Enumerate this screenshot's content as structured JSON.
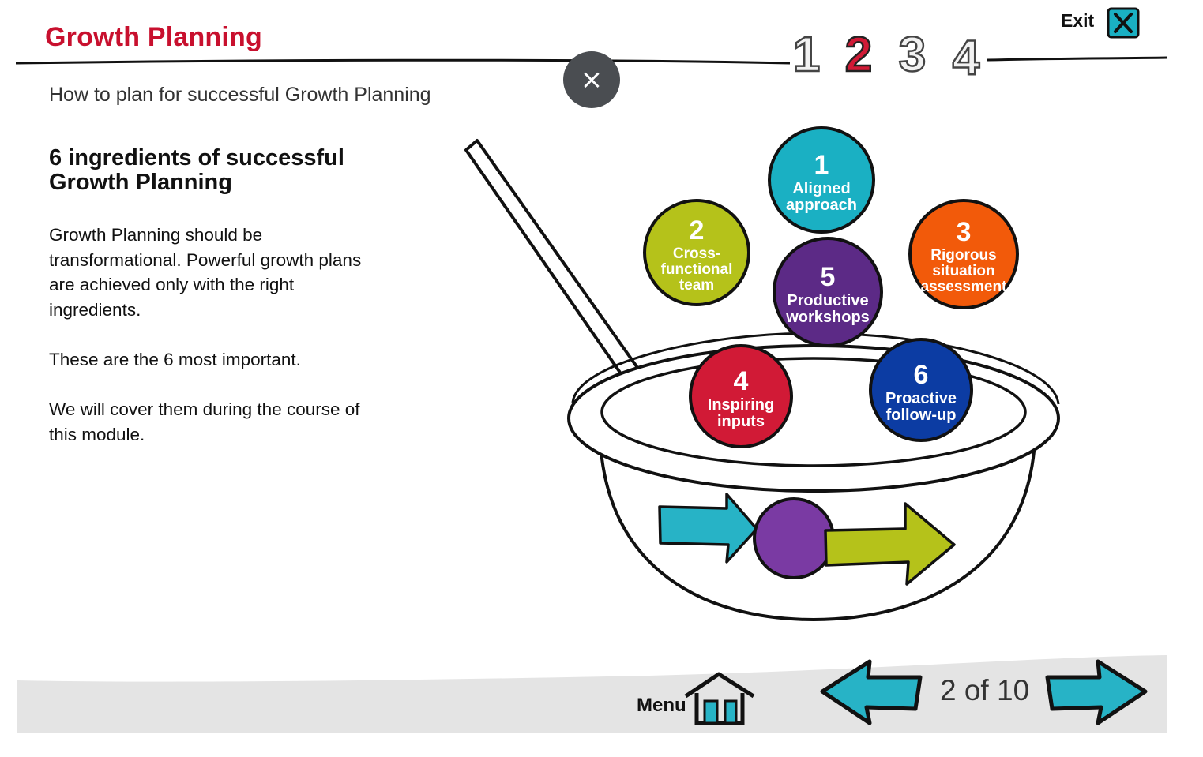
{
  "header": {
    "title": "Growth Planning",
    "steps": [
      "1",
      "2",
      "3",
      "4"
    ],
    "current_step": "2",
    "exit_label": "Exit"
  },
  "overlay": {
    "close_icon": "close-icon",
    "close_glyph": "×"
  },
  "content": {
    "subtitle": "How to plan for successful Growth Planning",
    "heading": "6 ingredients of successful Growth Planning",
    "paragraphs": [
      "Growth Planning should be transformational. Powerful growth plans are achieved only with the right ingredients.",
      "These are the 6 most important.",
      "We will cover them during the course of this module."
    ]
  },
  "ingredients": [
    {
      "number": "1",
      "lines": [
        "Aligned",
        "approach"
      ],
      "color": "#1ab0c3"
    },
    {
      "number": "2",
      "lines": [
        "Cross-",
        "functional",
        "team"
      ],
      "color": "#b5c21a"
    },
    {
      "number": "3",
      "lines": [
        "Rigorous",
        "situation",
        "assessment"
      ],
      "color": "#f25a0a"
    },
    {
      "number": "4",
      "lines": [
        "Inspiring",
        "inputs"
      ],
      "color": "#d11a36"
    },
    {
      "number": "5",
      "lines": [
        "Productive",
        "workshops"
      ],
      "color": "#5c2a86"
    },
    {
      "number": "6",
      "lines": [
        "Proactive",
        "follow-up"
      ],
      "color": "#0c3ca3"
    }
  ],
  "footer": {
    "menu_label": "Menu",
    "home_icon": "home-icon",
    "prev_icon": "arrow-left-icon",
    "next_icon": "arrow-right-icon",
    "page_counter": "2 of 10"
  },
  "colors": {
    "title_red": "#c8102e",
    "arrow_teal": "#27b3c6",
    "footer_gray": "#e4e4e4",
    "step_current": "#d11a36",
    "step_inactive": "#e8e8e8"
  }
}
